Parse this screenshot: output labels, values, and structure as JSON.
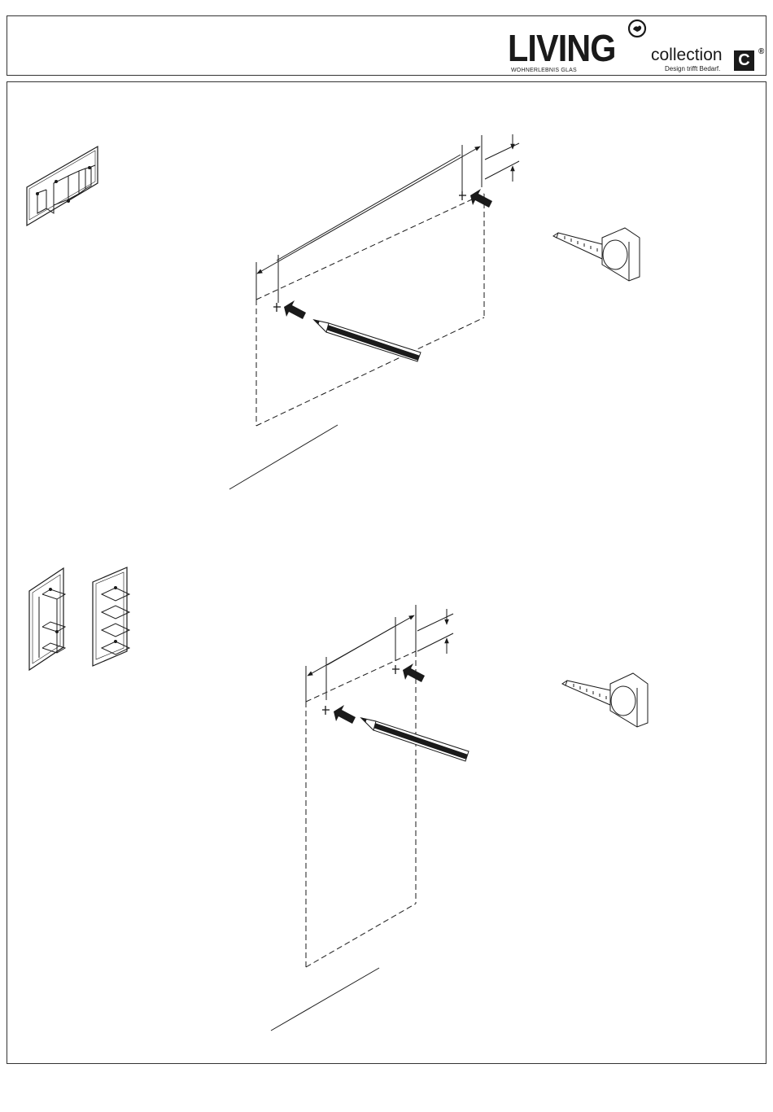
{
  "brand": {
    "living": "LIVING",
    "living_sub": "WOHNERLEBNIS GLAS",
    "collection": "collection",
    "tagline": "Design trifft Bedarf.",
    "c_mark": "C",
    "registered": "®"
  },
  "figures": [
    {
      "name": "horizontal-shelf-mounting",
      "icons": [
        "horizontal-shelf-icon",
        "tape-measure-icon",
        "pencil-icon",
        "drill-mark-icon"
      ]
    },
    {
      "name": "vertical-shelf-mounting",
      "icons": [
        "vertical-shelf-icon",
        "tape-measure-icon",
        "pencil-icon",
        "drill-mark-icon"
      ]
    }
  ],
  "colors": {
    "ink": "#1a1a1a",
    "frame": "#333333",
    "background": "#ffffff"
  }
}
